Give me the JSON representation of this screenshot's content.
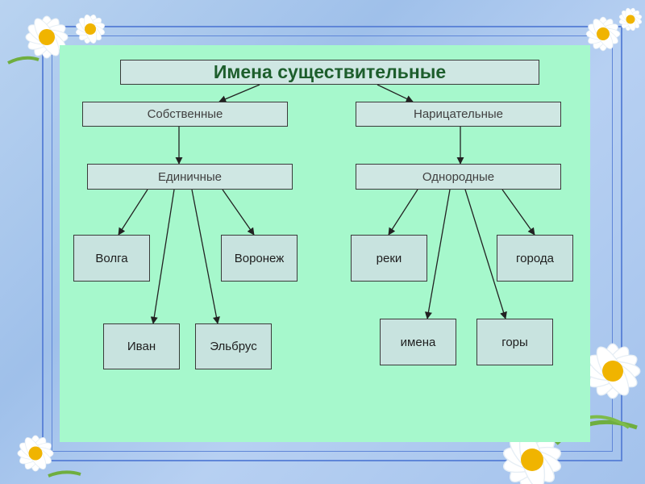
{
  "diagram": {
    "root": "Имена существительные",
    "proper": {
      "label": "Собственные",
      "group": "Единичные",
      "leaves": [
        "Волга",
        "Воронеж",
        "Иван",
        "Эльбрус"
      ]
    },
    "common": {
      "label": "Нарицательные",
      "group": "Однородные",
      "leaves": [
        "реки",
        "города",
        "имена",
        "горы"
      ]
    }
  },
  "colors": {
    "panel": "#a6f8cc",
    "node_fill": "#cfe7e3",
    "title_text": "#1d5e2c",
    "frame_lines": "#5f86d8"
  }
}
